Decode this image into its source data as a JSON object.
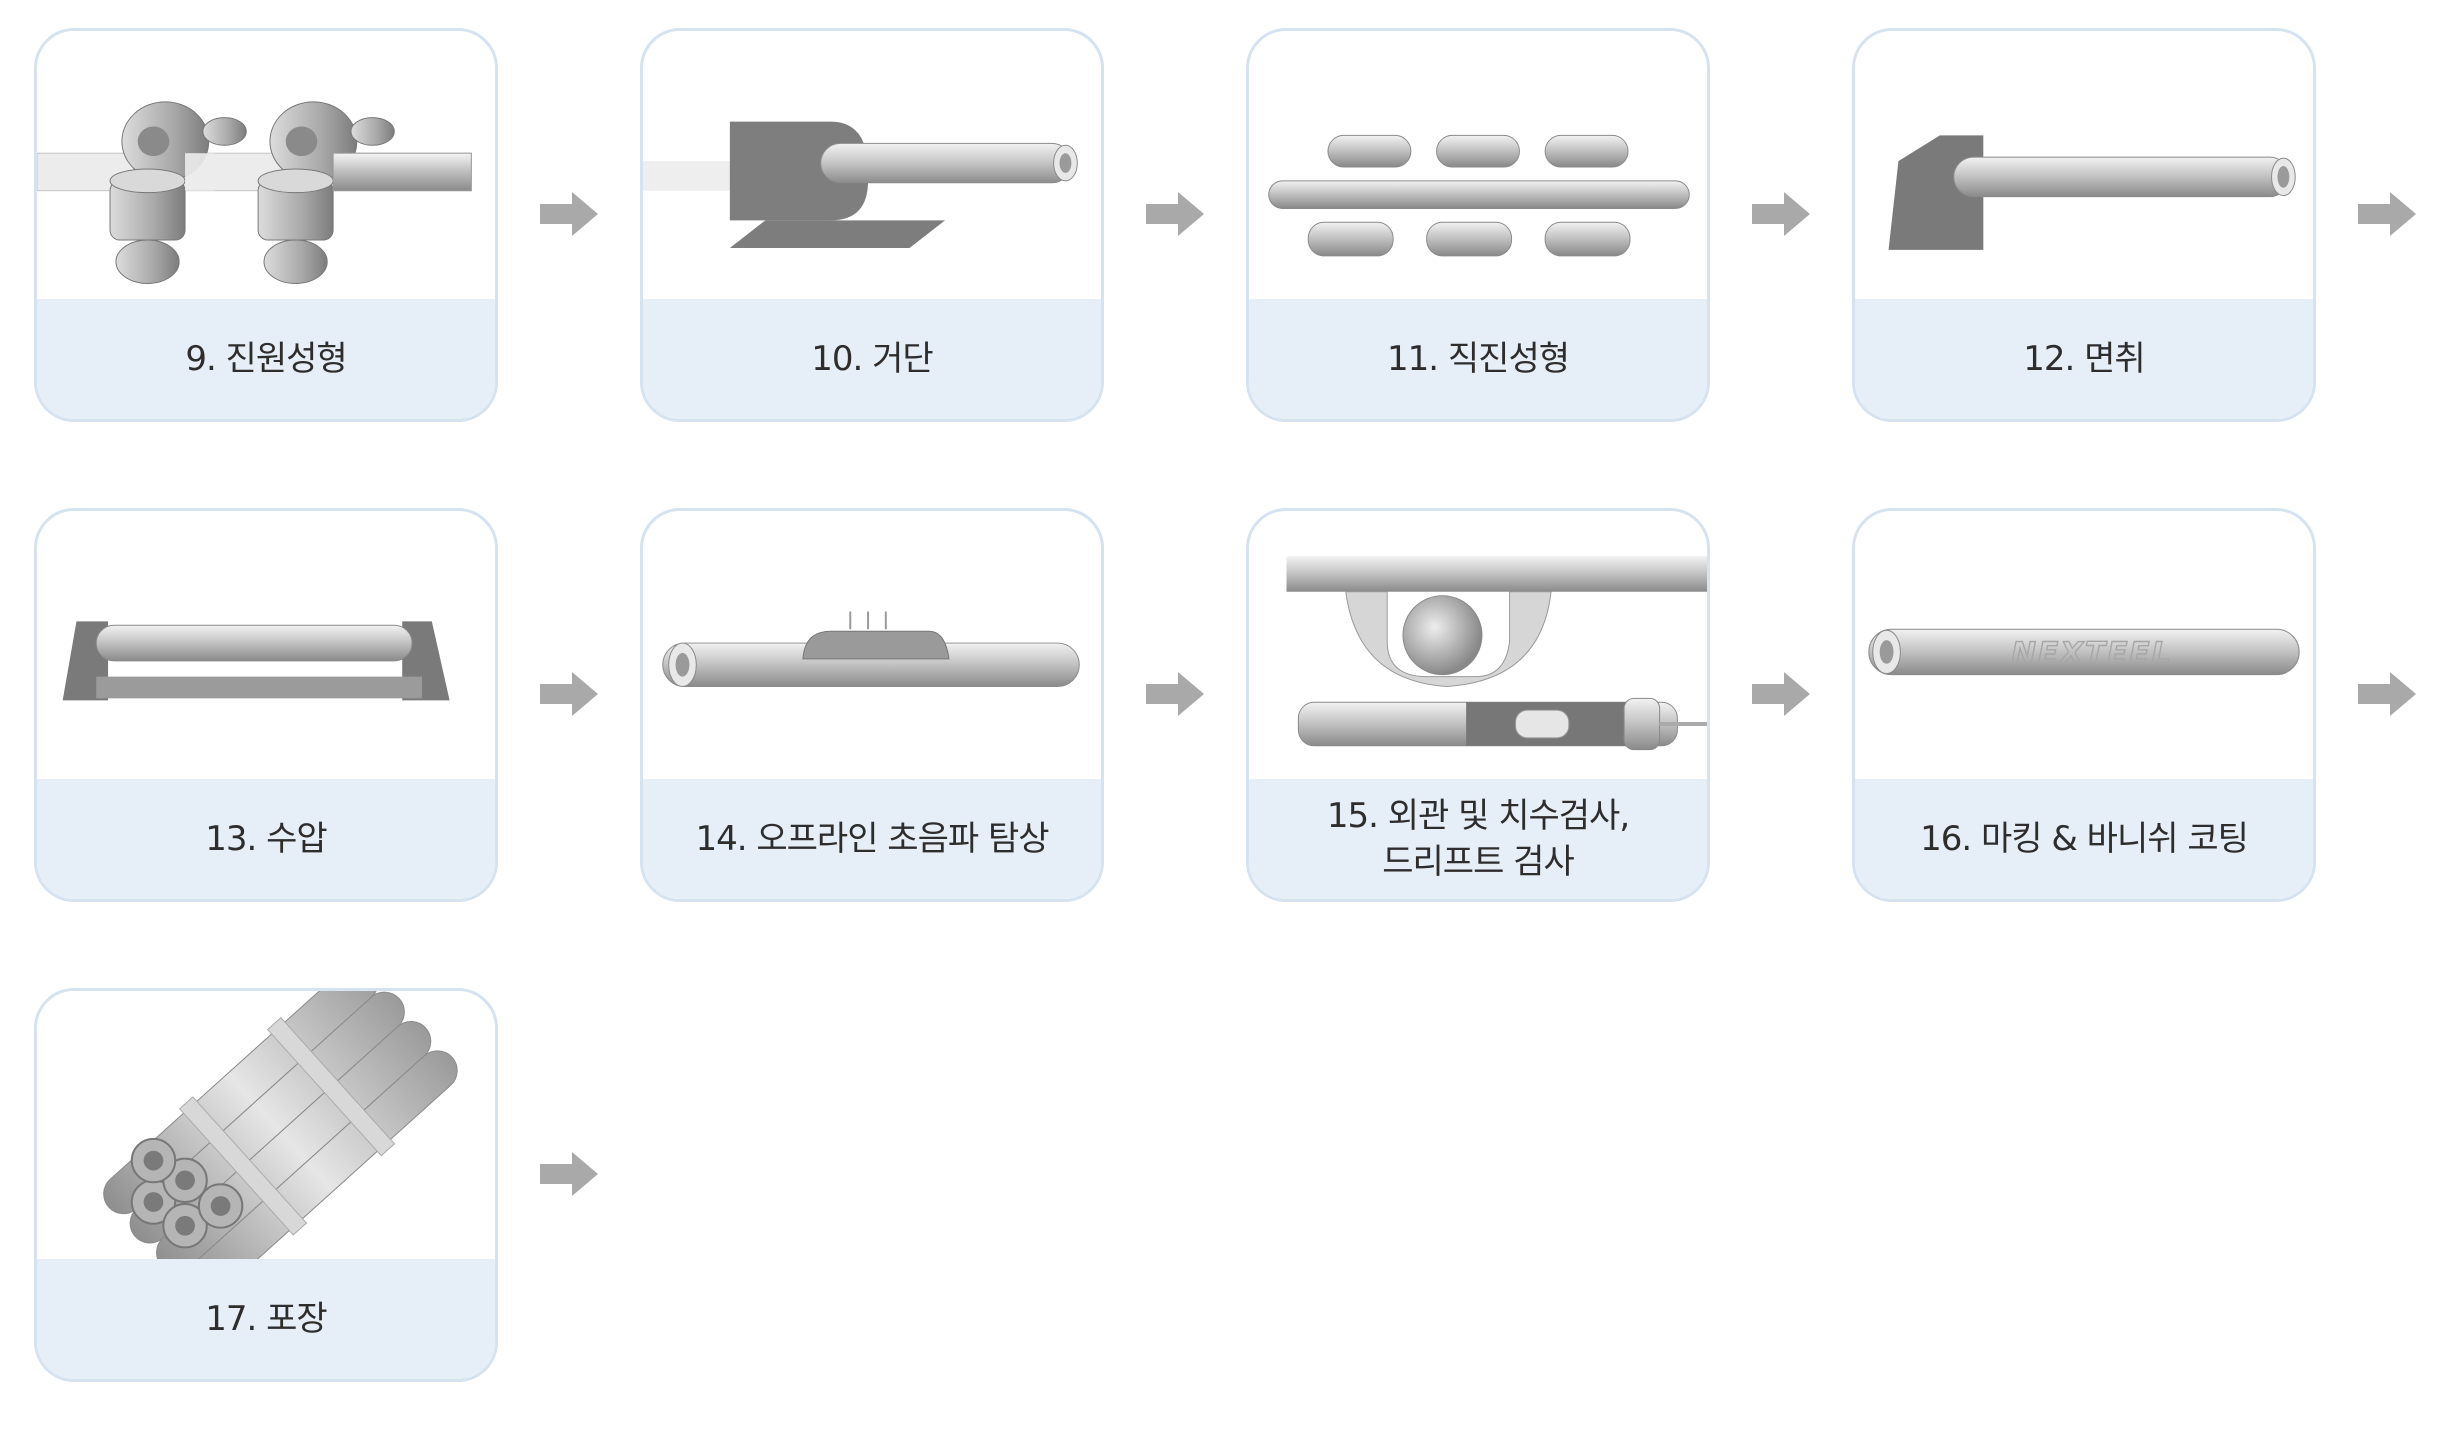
{
  "steps": [
    {
      "label": "9. 진원성형",
      "icon": "sizing-rolls-icon"
    },
    {
      "label": "10. 거단",
      "icon": "cutoff-block-icon"
    },
    {
      "label": "11. 직진성형",
      "icon": "straightening-rolls-icon"
    },
    {
      "label": "12. 면취",
      "icon": "chamfer-pipe-icon"
    },
    {
      "label": "13. 수압",
      "icon": "hydrostatic-test-icon"
    },
    {
      "label": "14. 오프라인 초음파 탐상",
      "icon": "ultrasonic-pipe-icon"
    },
    {
      "label": "15. 외관 및 치수검사,\n드리프트 검사",
      "icon": "inspection-drift-icon"
    },
    {
      "label": "16. 마킹 & 바니쉬 코팅",
      "icon": "marked-pipe-icon",
      "marking": "NEXTEEL"
    },
    {
      "label": "17. 포장",
      "icon": "pipe-bundle-icon"
    }
  ],
  "colors": {
    "card_border": "#d5e2f0",
    "label_bg": "#e6eff8",
    "arrow": "#a9a9a9",
    "steel_dark": "#6f6f6f",
    "steel_light": "#e2e2e2"
  }
}
